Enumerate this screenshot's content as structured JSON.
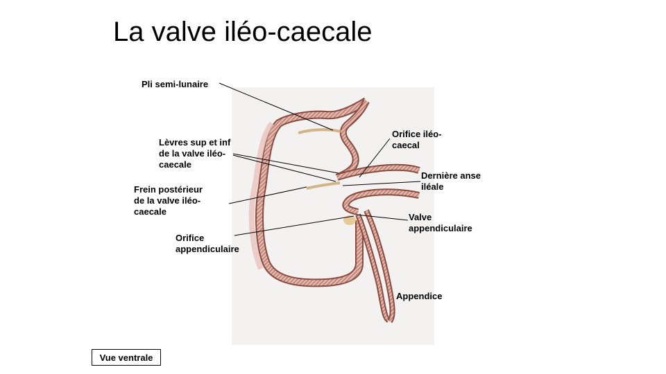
{
  "title": "La valve iléo-caecale",
  "labels": {
    "pli_semi_lunaire": "Pli semi-lunaire",
    "levres_l1": "Lèvres sup et inf",
    "levres_l2": "de la valve iléo-",
    "levres_l3": "caecale",
    "frein_l1": "Frein postérieur",
    "frein_l2": "de la valve iléo-",
    "frein_l3": "caecale",
    "orifice_app_l1": "Orifice",
    "orifice_app_l2": "appendiculaire",
    "orifice_ileo_l1": "Orifice iléo-",
    "orifice_ileo_l2": "caecal",
    "derniere_l1": "Dernière anse",
    "derniere_l2": "iléale",
    "valve_app_l1": "Valve",
    "valve_app_l2": "appendiculaire",
    "appendice": "Appendice"
  },
  "view_label": "Vue ventrale",
  "colors": {
    "wall": "#8a4a3e",
    "wall_fill": "#d9a79c",
    "mucosa": "#c78a7e",
    "panel": "#f3f2f1",
    "fold": "#c9a46e"
  }
}
